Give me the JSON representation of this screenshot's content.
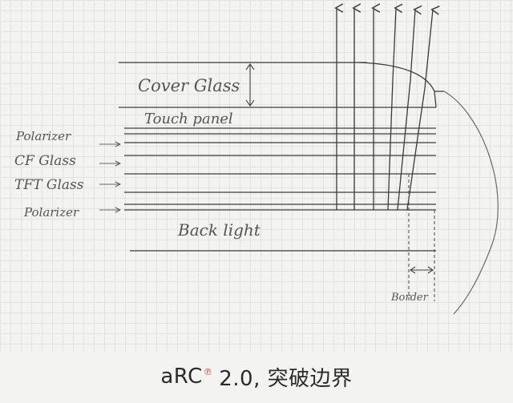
{
  "diagram": {
    "layer_labels": {
      "cover_glass": "Cover Glass",
      "touch_panel": "Touch panel",
      "polarizer_top": "Polarizer",
      "cf_glass": "CF Glass",
      "tft_glass": "TFT Glass",
      "polarizer_bottom": "Polarizer",
      "backlight": "Back light",
      "border": "Border"
    }
  },
  "caption": {
    "prefix": "aRC",
    "mark": "℗",
    "suffix": "2.0, 突破边界"
  }
}
